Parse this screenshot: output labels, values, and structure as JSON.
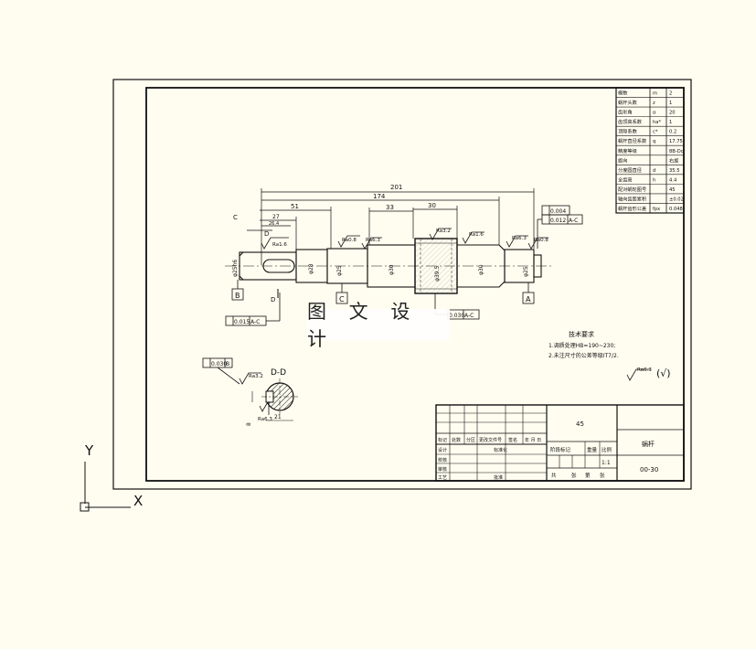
{
  "ucs": {
    "x_label": "X",
    "y_label": "Y"
  },
  "watermark": "图 文 设 计",
  "gear_params": [
    {
      "name": "模数",
      "symbol": "m",
      "value": "2"
    },
    {
      "name": "蜗杆头数",
      "symbol": "z",
      "value": "1"
    },
    {
      "name": "齿形角",
      "symbol": "α",
      "value": "20"
    },
    {
      "name": "齿顶高系数",
      "symbol": "ha*",
      "value": "1"
    },
    {
      "name": "顶隙系数",
      "symbol": "c*",
      "value": "0.2"
    },
    {
      "name": "蜗杆直径系数",
      "symbol": "q",
      "value": "17.75"
    },
    {
      "name": "精度等级",
      "symbol": "",
      "value": "8B-Dc"
    },
    {
      "name": "旋向",
      "symbol": "",
      "value": "右旋"
    },
    {
      "name": "分度圆直径",
      "symbol": "d",
      "value": "35.5"
    },
    {
      "name": "全齿高",
      "symbol": "h",
      "value": "4.4"
    },
    {
      "name": "配对蜗轮图号",
      "symbol": "",
      "value": "45"
    },
    {
      "name": "轴向齿距累积",
      "symbol": "",
      "value": "±0.02"
    },
    {
      "name": "蜗杆齿形公差",
      "symbol": "fpx",
      "value": "0.048"
    }
  ],
  "dimensions": {
    "overall": "201",
    "d174": "174",
    "d51": "51",
    "d33": "33",
    "d30": "30",
    "d27": "27",
    "d26": "26.4"
  },
  "diameters": {
    "left_end": "φ25h6",
    "shoulder": "φ28",
    "bearing_left": "φ25",
    "body_left": "φ30",
    "worm": "φ39.5",
    "body_right": "φ30",
    "bearing_right": "φ25"
  },
  "surface_finish": {
    "keyway": "Ra1.6",
    "left_bearing": "Ra0.8",
    "shoulder_left": "Ra6.3",
    "worm_top": "Ra3.2",
    "worm_side": "Ra1.6",
    "shoulder_right": "Ra6.3",
    "right_bearing": "Ra0.8",
    "section_key": "Ra3.2",
    "section_side": "Ra6.3",
    "general": "Ra6.3"
  },
  "datums": {
    "b": "B",
    "c": "C",
    "a": "A"
  },
  "tolerances": {
    "top_flatness": "0.004",
    "top_runout": "0.012",
    "top_runout_ref": "A-C",
    "left_runout": "0.015",
    "left_runout_ref": "A-C",
    "mid_runout": "0.030",
    "mid_runout_ref": "A-C",
    "section_sym": "0.030",
    "section_sym_ref": "B"
  },
  "labels": {
    "section_view": "D-D",
    "section_mark": "D",
    "section_mark2": "D",
    "key_width": "8",
    "key_depth": "21",
    "circle_mark": "C"
  },
  "tech_req": {
    "title": "技术要求",
    "line1": "1.调质处理HB=190~230;",
    "line2": "2.未注尺寸的公差等级IT7/2."
  },
  "title_block": {
    "material": "45",
    "part_name": "蜗杆",
    "drawing_no": "00-30",
    "scale": "1:1",
    "scale_label": "比例",
    "weight_label": "重量",
    "stage_label": "阶段标记",
    "design": "设计",
    "check": "校核",
    "process": "审核",
    "craft": "工艺",
    "approve": "批准",
    "std": "标准化",
    "mark": "标记",
    "qty": "处数",
    "zone": "分区",
    "doc_no": "更改文件号",
    "sign": "签名",
    "date": "年 月 日",
    "sheet_total": "共",
    "sheet_word": "张",
    "sheet_no": "第",
    "sheet_word2": "张"
  }
}
